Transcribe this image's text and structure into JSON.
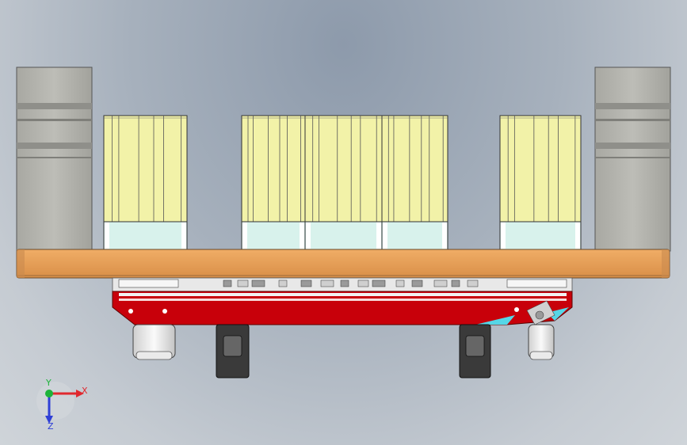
{
  "viewport": {
    "background_top": "#8d9aab",
    "background_bottom": "#cfd4d9"
  },
  "model": {
    "colors": {
      "base_plate": "#e6a25c",
      "base_plate_edge": "#b0743a",
      "chassis": "#c8000a",
      "side_block": "#b9b9b3",
      "module_body": "#f2f2a8",
      "module_base": "#d8f2ec",
      "wheel_dark": "#3a3a3a",
      "wheel_light": "#e9e9e9",
      "accent_cyan": "#56d6e6"
    }
  },
  "triad": {
    "x_label": "X",
    "y_label": "Y",
    "z_label": "Z",
    "x_color": "#e0282e",
    "y_color": "#1db33a",
    "z_color": "#2f3fd6"
  }
}
